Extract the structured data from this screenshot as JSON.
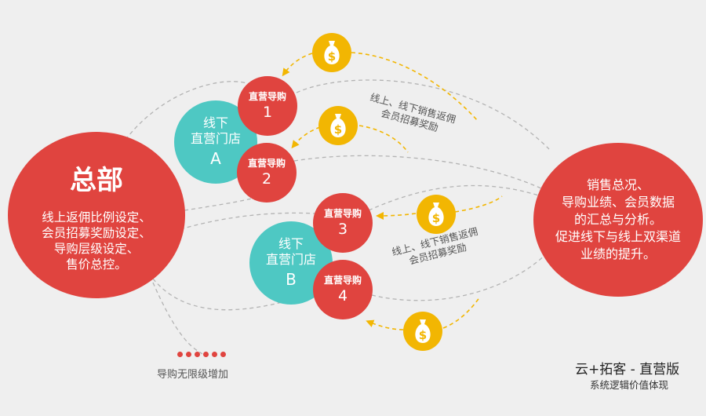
{
  "headquarters": {
    "title": "总部",
    "lines": [
      "线上返佣比例设定、",
      "会员招募奖励设定、",
      "导购层级设定、",
      "售价总控。"
    ]
  },
  "stores": [
    {
      "lines": [
        "线下",
        "直营门店",
        "A"
      ]
    },
    {
      "lines": [
        "线下",
        "直营门店",
        "B"
      ]
    }
  ],
  "guides": [
    {
      "label": "直营导购",
      "number": "1"
    },
    {
      "label": "直营导购",
      "number": "2"
    },
    {
      "label": "直营导购",
      "number": "3"
    },
    {
      "label": "直营导购",
      "number": "4"
    }
  ],
  "analysis": {
    "lines": [
      "销售总况、",
      "导购业绩、会员数据",
      "的汇总与分析。",
      "促进线下与线上双渠道",
      "业绩的提升。"
    ]
  },
  "notes": [
    {
      "lines": [
        "线上、线下销售返佣",
        "会员招募奖励"
      ]
    },
    {
      "lines": [
        "线上、线下销售返佣",
        "会员招募奖励"
      ]
    }
  ],
  "footer": {
    "unlimited": "导购无限级增加"
  },
  "brand": {
    "title": "云+拓客 - 直营版",
    "subtitle": "系统逻辑价值体现"
  },
  "colors": {
    "red": "#e0443f",
    "teal": "#4ec8c3",
    "coin": "#f2b602",
    "bg": "#efefef"
  },
  "icons": {
    "coin": "money-bag-icon"
  }
}
